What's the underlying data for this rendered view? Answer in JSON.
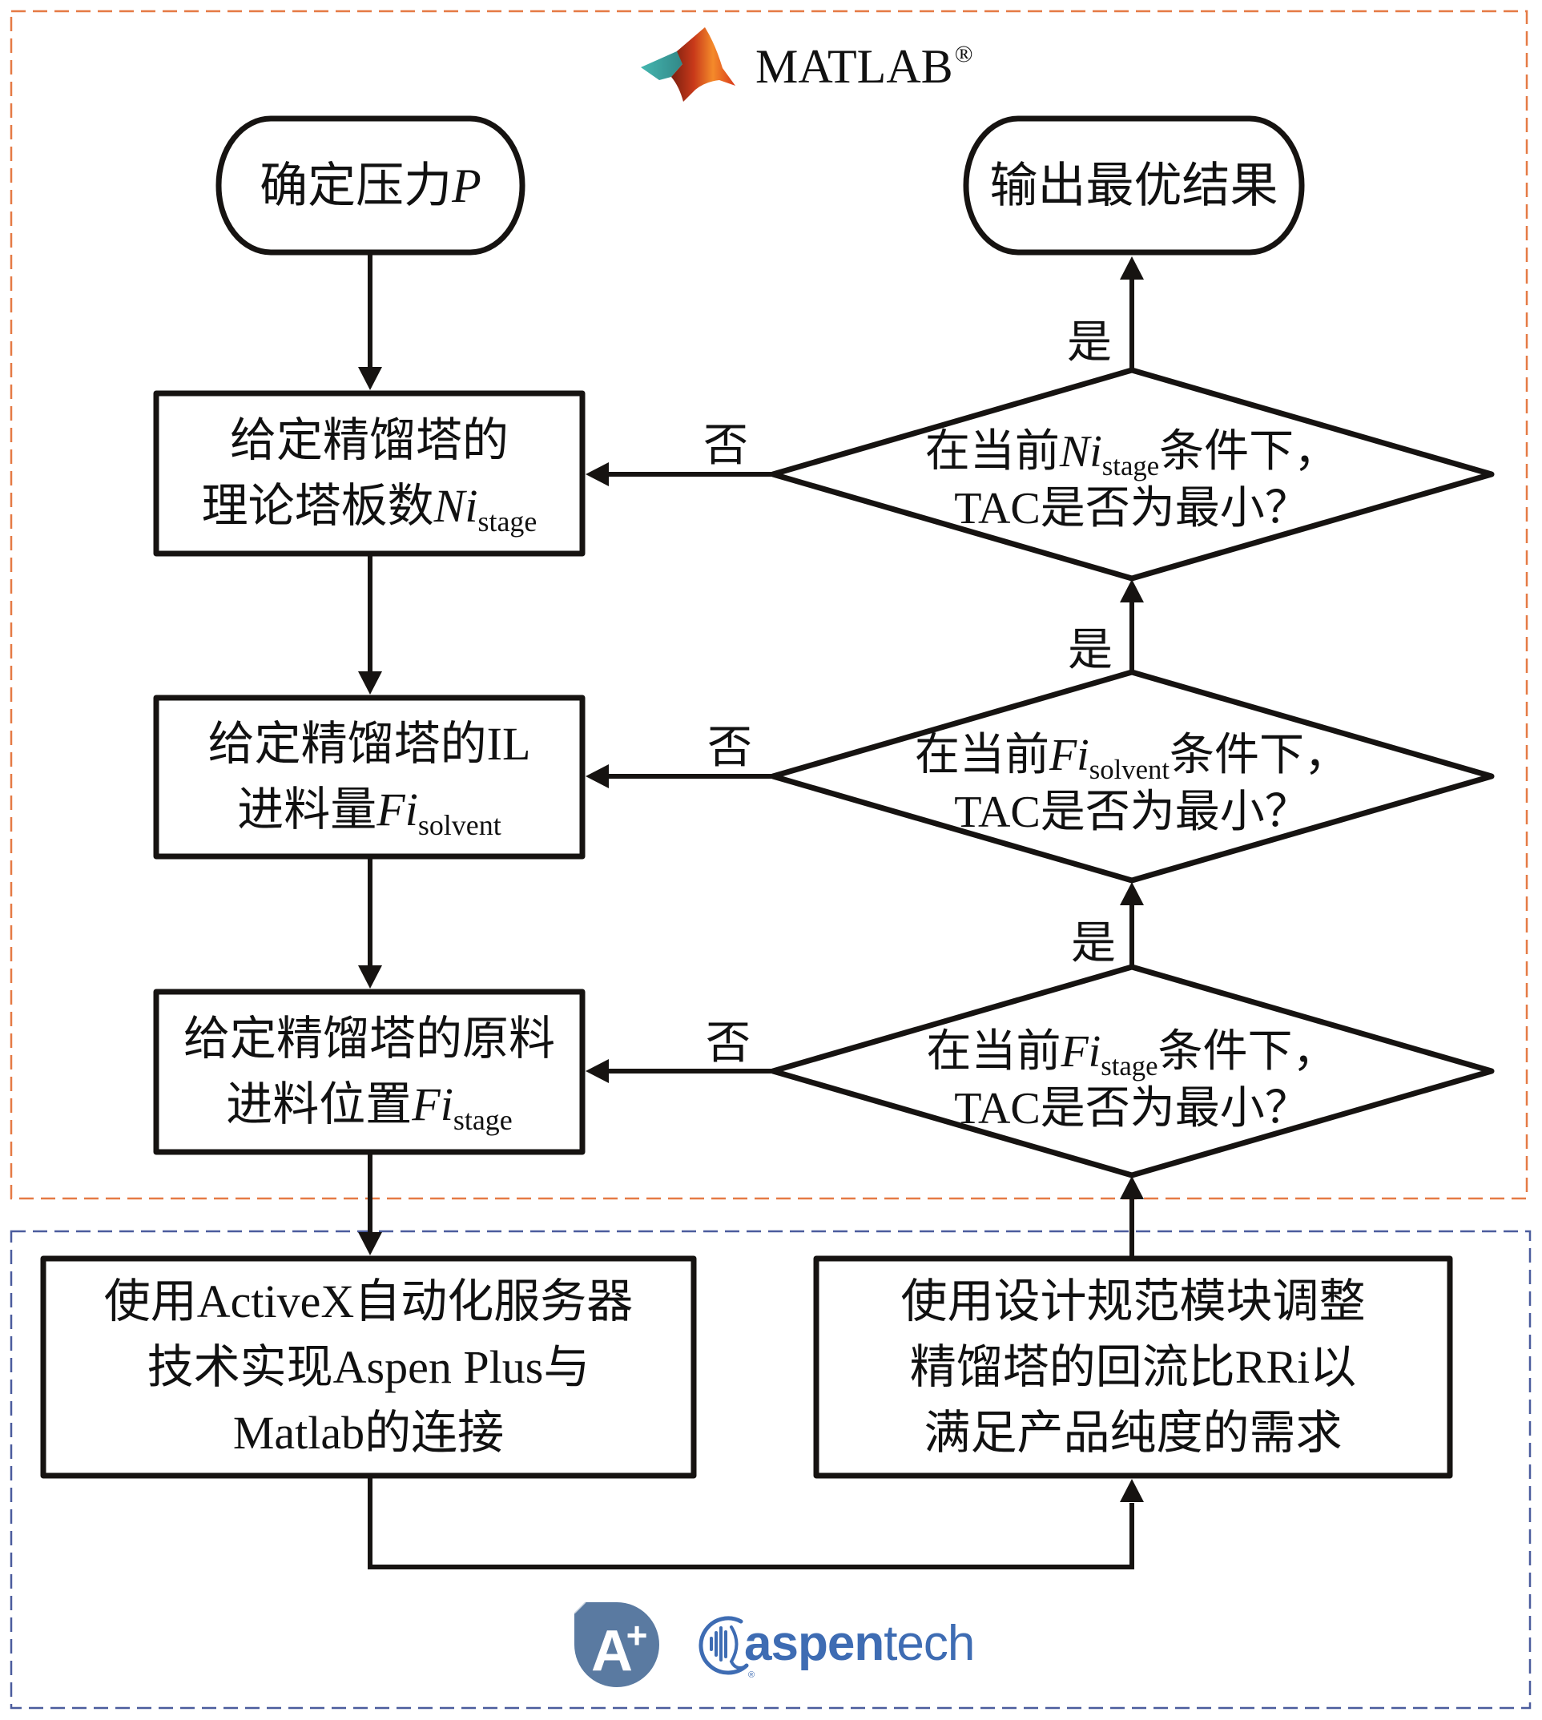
{
  "header": {
    "brand": "MATLAB",
    "registered": "®"
  },
  "colors": {
    "matlab_region": "#e57a45",
    "aspen_region": "#4b5c9d",
    "aspen_brand": "#3e6cb3",
    "aspen_plus_icon": "#5a7aa1",
    "line": "#161311"
  },
  "flow": {
    "start": {
      "pre": "确定压力",
      "var": "P"
    },
    "end": {
      "text": "输出最优结果"
    },
    "steps": [
      {
        "line1": "给定精馏塔的",
        "line2": {
          "pre": "理论塔板数",
          "var": "Ni",
          "sub": "stage"
        }
      },
      {
        "line1": "给定精馏塔的IL",
        "line2": {
          "pre": "进料量",
          "var": "Fi",
          "sub": "solvent"
        }
      },
      {
        "line1": "给定精馏塔的原料",
        "line2": {
          "pre": "进料位置",
          "var": "Fi",
          "sub": "stage"
        }
      }
    ],
    "decisions": [
      {
        "line1": {
          "pre": "在当前",
          "var": "Ni",
          "sub": "stage",
          "post": "条件下，"
        },
        "line2": "TAC是否为最小？"
      },
      {
        "line1": {
          "pre": "在当前",
          "var": "Fi",
          "sub": "solvent",
          "post": "条件下，"
        },
        "line2": "TAC是否为最小？"
      },
      {
        "line1": {
          "pre": "在当前",
          "var": "Fi",
          "sub": "stage",
          "post": "条件下，"
        },
        "line2": "TAC是否为最小？"
      }
    ],
    "aspen_steps": [
      {
        "lines": [
          "使用ActiveX自动化服务器",
          "技术实现Aspen Plus与",
          "Matlab的连接"
        ]
      },
      {
        "lines": [
          "使用设计规范模块调整",
          "精馏塔的回流比RRi以",
          "满足产品纯度的需求"
        ]
      }
    ],
    "labels": {
      "yes": "是",
      "no": "否"
    }
  },
  "footer": {
    "aspen_plus_icon": {
      "letter": "A",
      "plus": "+"
    },
    "aspentech": {
      "bold": "aspen",
      "regular": "tech",
      "registered": "®"
    }
  }
}
